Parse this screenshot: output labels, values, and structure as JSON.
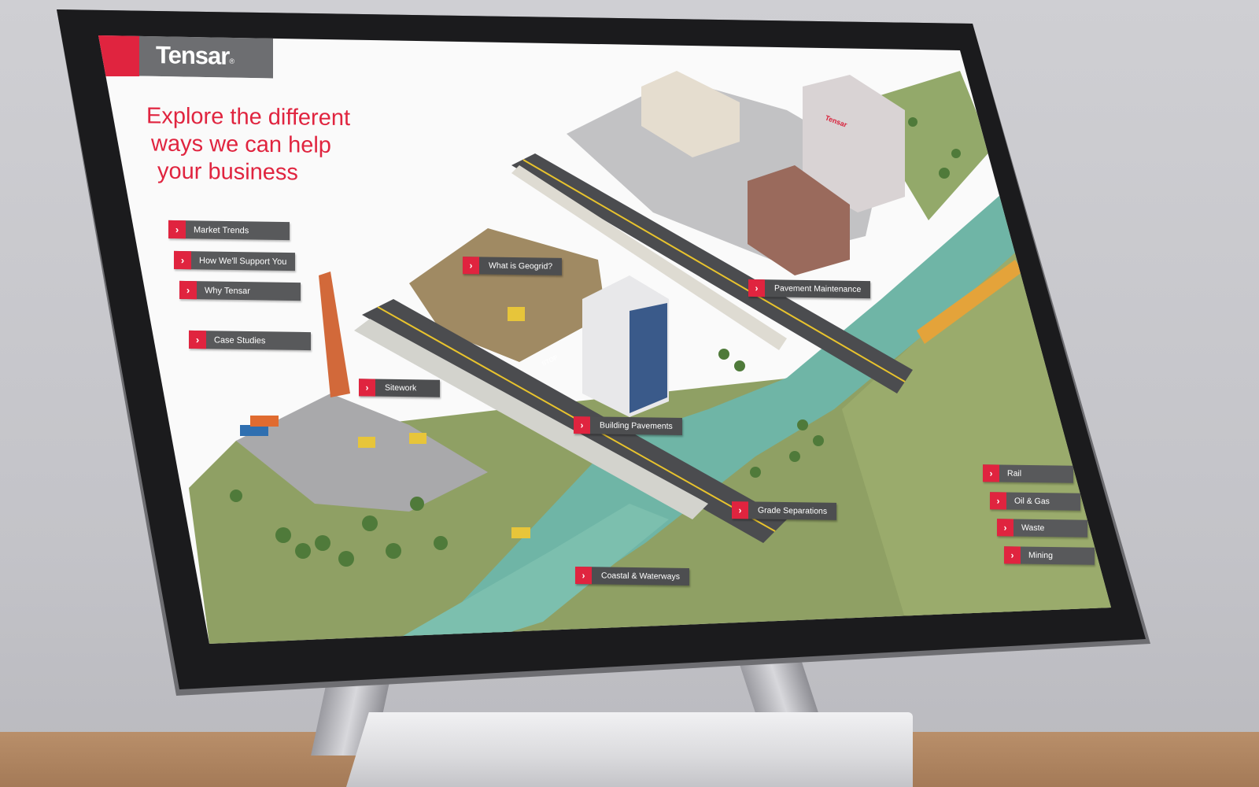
{
  "brand": {
    "name": "Tensar",
    "registered_mark": "®",
    "red": "#e0243f",
    "grey": "#6d6e71"
  },
  "headline": {
    "line1": "Explore the different",
    "line2": "ways we can help",
    "line3": "your business"
  },
  "menu": {
    "market_trends": "Market Trends",
    "support": "How We'll Support You",
    "why_tensar": "Why Tensar",
    "case_studies": "Case Studies"
  },
  "map_labels": {
    "geogrid": "What is Geogrid?",
    "pavement_maintenance": "Pavement Maintenance",
    "sitework": "Sitework",
    "building_pavements": "Building Pavements",
    "grade_separations": "Grade Separations",
    "coastal": "Coastal & Waterways"
  },
  "markets": {
    "rail": "Rail",
    "oil_gas": "Oil & Gas",
    "waste": "Waste",
    "mining": "Mining"
  },
  "map_text": {
    "stop_sign": "STOP",
    "building_sign": "Tensar"
  },
  "icons": {
    "chevron": "chevron-right-icon"
  }
}
